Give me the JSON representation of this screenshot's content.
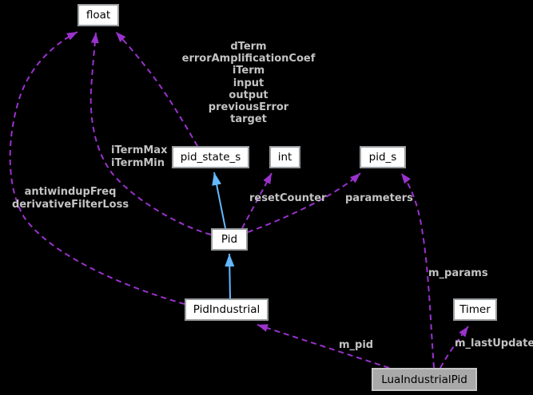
{
  "diagram_type": "collaboration-graph",
  "colors": {
    "background": "#000000",
    "usage_edge": "#9a32cd",
    "inheritance_edge": "#63b8ff",
    "edge_label_text": "#c3c3c3",
    "node_fill": "#ffffff",
    "node_border": "#9a9ea1",
    "node_text": "#000000",
    "current_node_fill": "#a9a9a9",
    "current_node_border": "#c6c6c6"
  },
  "nodes": {
    "float": {
      "label": "float"
    },
    "pid_state_s": {
      "label": "pid_state_s"
    },
    "int": {
      "label": "int"
    },
    "pid_s": {
      "label": "pid_s"
    },
    "pid": {
      "label": "Pid"
    },
    "pid_industrial": {
      "label": "PidIndustrial"
    },
    "timer": {
      "label": "Timer"
    },
    "lua_industrial_pid": {
      "label": "LuaIndustrialPid"
    }
  },
  "edges": {
    "pid_state_s_to_float": {
      "type": "usage",
      "from": "pid_state_s",
      "to": "float",
      "members": [
        "dTerm",
        "errorAmplificationCoef",
        "iTerm",
        "input",
        "output",
        "previousError",
        "target"
      ]
    },
    "pid_to_float": {
      "type": "usage",
      "from": "Pid",
      "to": "float",
      "members": [
        "iTermMax",
        "iTermMin"
      ]
    },
    "pid_industrial_to_float": {
      "type": "usage",
      "from": "PidIndustrial",
      "to": "float",
      "members": [
        "antiwindupFreq",
        "derivativeFilterLoss"
      ]
    },
    "pid_to_int": {
      "type": "usage",
      "from": "Pid",
      "to": "int",
      "members": [
        "resetCounter"
      ]
    },
    "pid_to_pid_s": {
      "type": "usage",
      "from": "Pid",
      "to": "pid_s",
      "members": [
        "parameters"
      ]
    },
    "lua_to_pid_s": {
      "type": "usage",
      "from": "LuaIndustrialPid",
      "to": "pid_s",
      "members": [
        "m_params"
      ]
    },
    "lua_to_pid_industrial": {
      "type": "usage",
      "from": "LuaIndustrialPid",
      "to": "PidIndustrial",
      "members": [
        "m_pid"
      ]
    },
    "lua_to_timer": {
      "type": "usage",
      "from": "LuaIndustrialPid",
      "to": "Timer",
      "members": [
        "m_lastUpdate"
      ]
    },
    "pid_inherits_pid_state_s": {
      "type": "inheritance",
      "from": "Pid",
      "to": "pid_state_s"
    },
    "pid_industrial_inherits_pid": {
      "type": "inheritance",
      "from": "PidIndustrial",
      "to": "Pid"
    }
  }
}
